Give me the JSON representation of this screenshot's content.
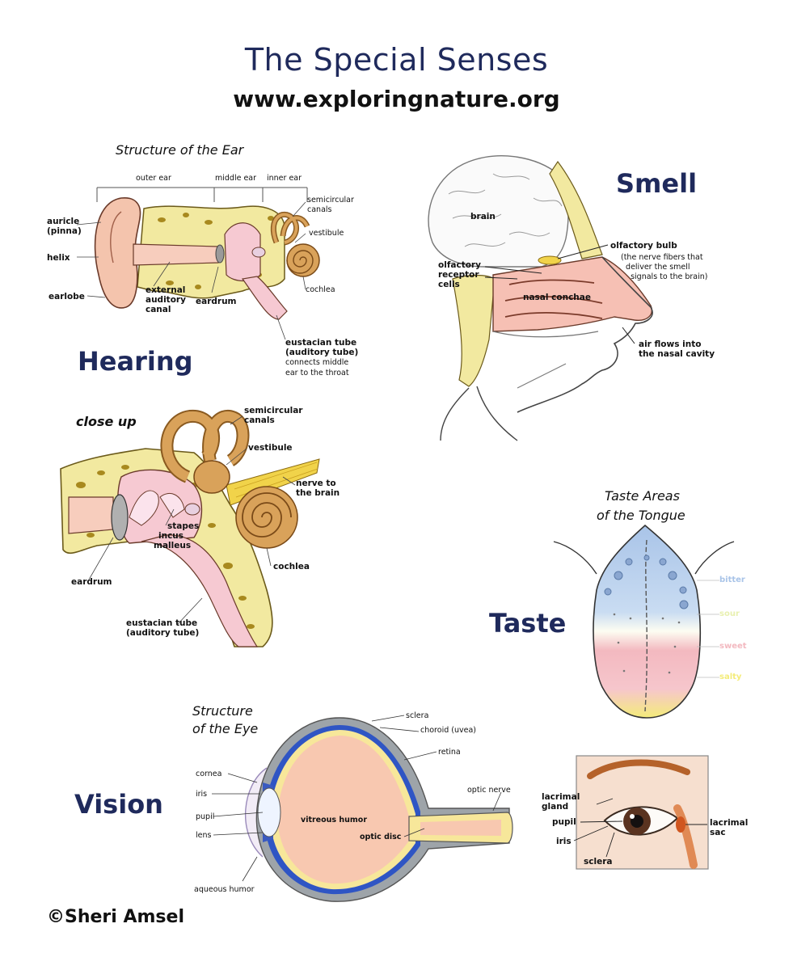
{
  "title": "The Special Senses",
  "website": "www.exploringnature.org",
  "copyright": "©Sheri Amsel",
  "hearing": {
    "heading": "Hearing",
    "ear_title": "Structure of the Ear",
    "labels": {
      "outer_ear": "outer ear",
      "middle_ear": "middle ear",
      "inner_ear": "inner ear",
      "auricle_1": "auricle",
      "auricle_2": "(pinna)",
      "helix": "helix",
      "earlobe": "earlobe",
      "external_1": "external",
      "external_2": "auditory",
      "external_3": "canal",
      "eardrum": "eardrum",
      "semicircular_1": "semicircular",
      "semicircular_2": "canals",
      "vestibule": "vestibule",
      "cochlea": "cochlea",
      "eustacian_1": "eustacian tube",
      "eustacian_2": "(auditory tube)",
      "eustacian_3": "connects middle",
      "eustacian_4": "ear to the throat"
    },
    "closeup": {
      "title": "close up",
      "semicircular_1": "semicircular",
      "semicircular_2": "canals",
      "vestibule": "vestibule",
      "nerve_1": "nerve to",
      "nerve_2": "the brain",
      "stapes": "stapes",
      "incus": "incus",
      "malleus": "malleus",
      "eardrum": "eardrum",
      "cochlea": "cochlea",
      "eustacian_1": "eustacian tube",
      "eustacian_2": "(auditory tube)"
    }
  },
  "smell": {
    "heading": "Smell",
    "brain": "brain",
    "bulb": "olfactory bulb",
    "bulb_note_1": "(the nerve fibers that",
    "bulb_note_2": "deliver the smell",
    "bulb_note_3": "signals to the brain)",
    "receptor_1": "olfactory",
    "receptor_2": "receptor",
    "receptor_3": "cells",
    "conchae": "nasal conchae",
    "air_1": "air flows into",
    "air_2": "the nasal cavity"
  },
  "taste": {
    "heading": "Taste",
    "title_1": "Taste Areas",
    "title_2": "of the Tongue",
    "bitter": "bitter",
    "sour": "sour",
    "sweet": "sweet",
    "salty": "salty",
    "colors": {
      "bitter": "#a9c4e8",
      "sour": "#e8f0b0",
      "sweet": "#f3b9c0",
      "salty": "#f4ec7a"
    }
  },
  "vision": {
    "heading": "Vision",
    "eye_title_1": "Structure",
    "eye_title_2": "of the Eye",
    "sclera": "sclera",
    "choroid": "choroid (uvea)",
    "retina": "retina",
    "optic_nerve": "optic nerve",
    "cornea": "cornea",
    "iris": "iris",
    "pupil": "pupil",
    "lens": "lens",
    "vitreous": "vitreous humor",
    "optic_disc": "optic disc",
    "aqueous": "aqueous humor",
    "lacrimal_gland_1": "lacrimal",
    "lacrimal_gland_2": "gland",
    "pupil2": "pupil",
    "iris2": "iris",
    "sclera2": "sclera",
    "lacrimal_sac_1": "lacrimal",
    "lacrimal_sac_2": "sac"
  }
}
